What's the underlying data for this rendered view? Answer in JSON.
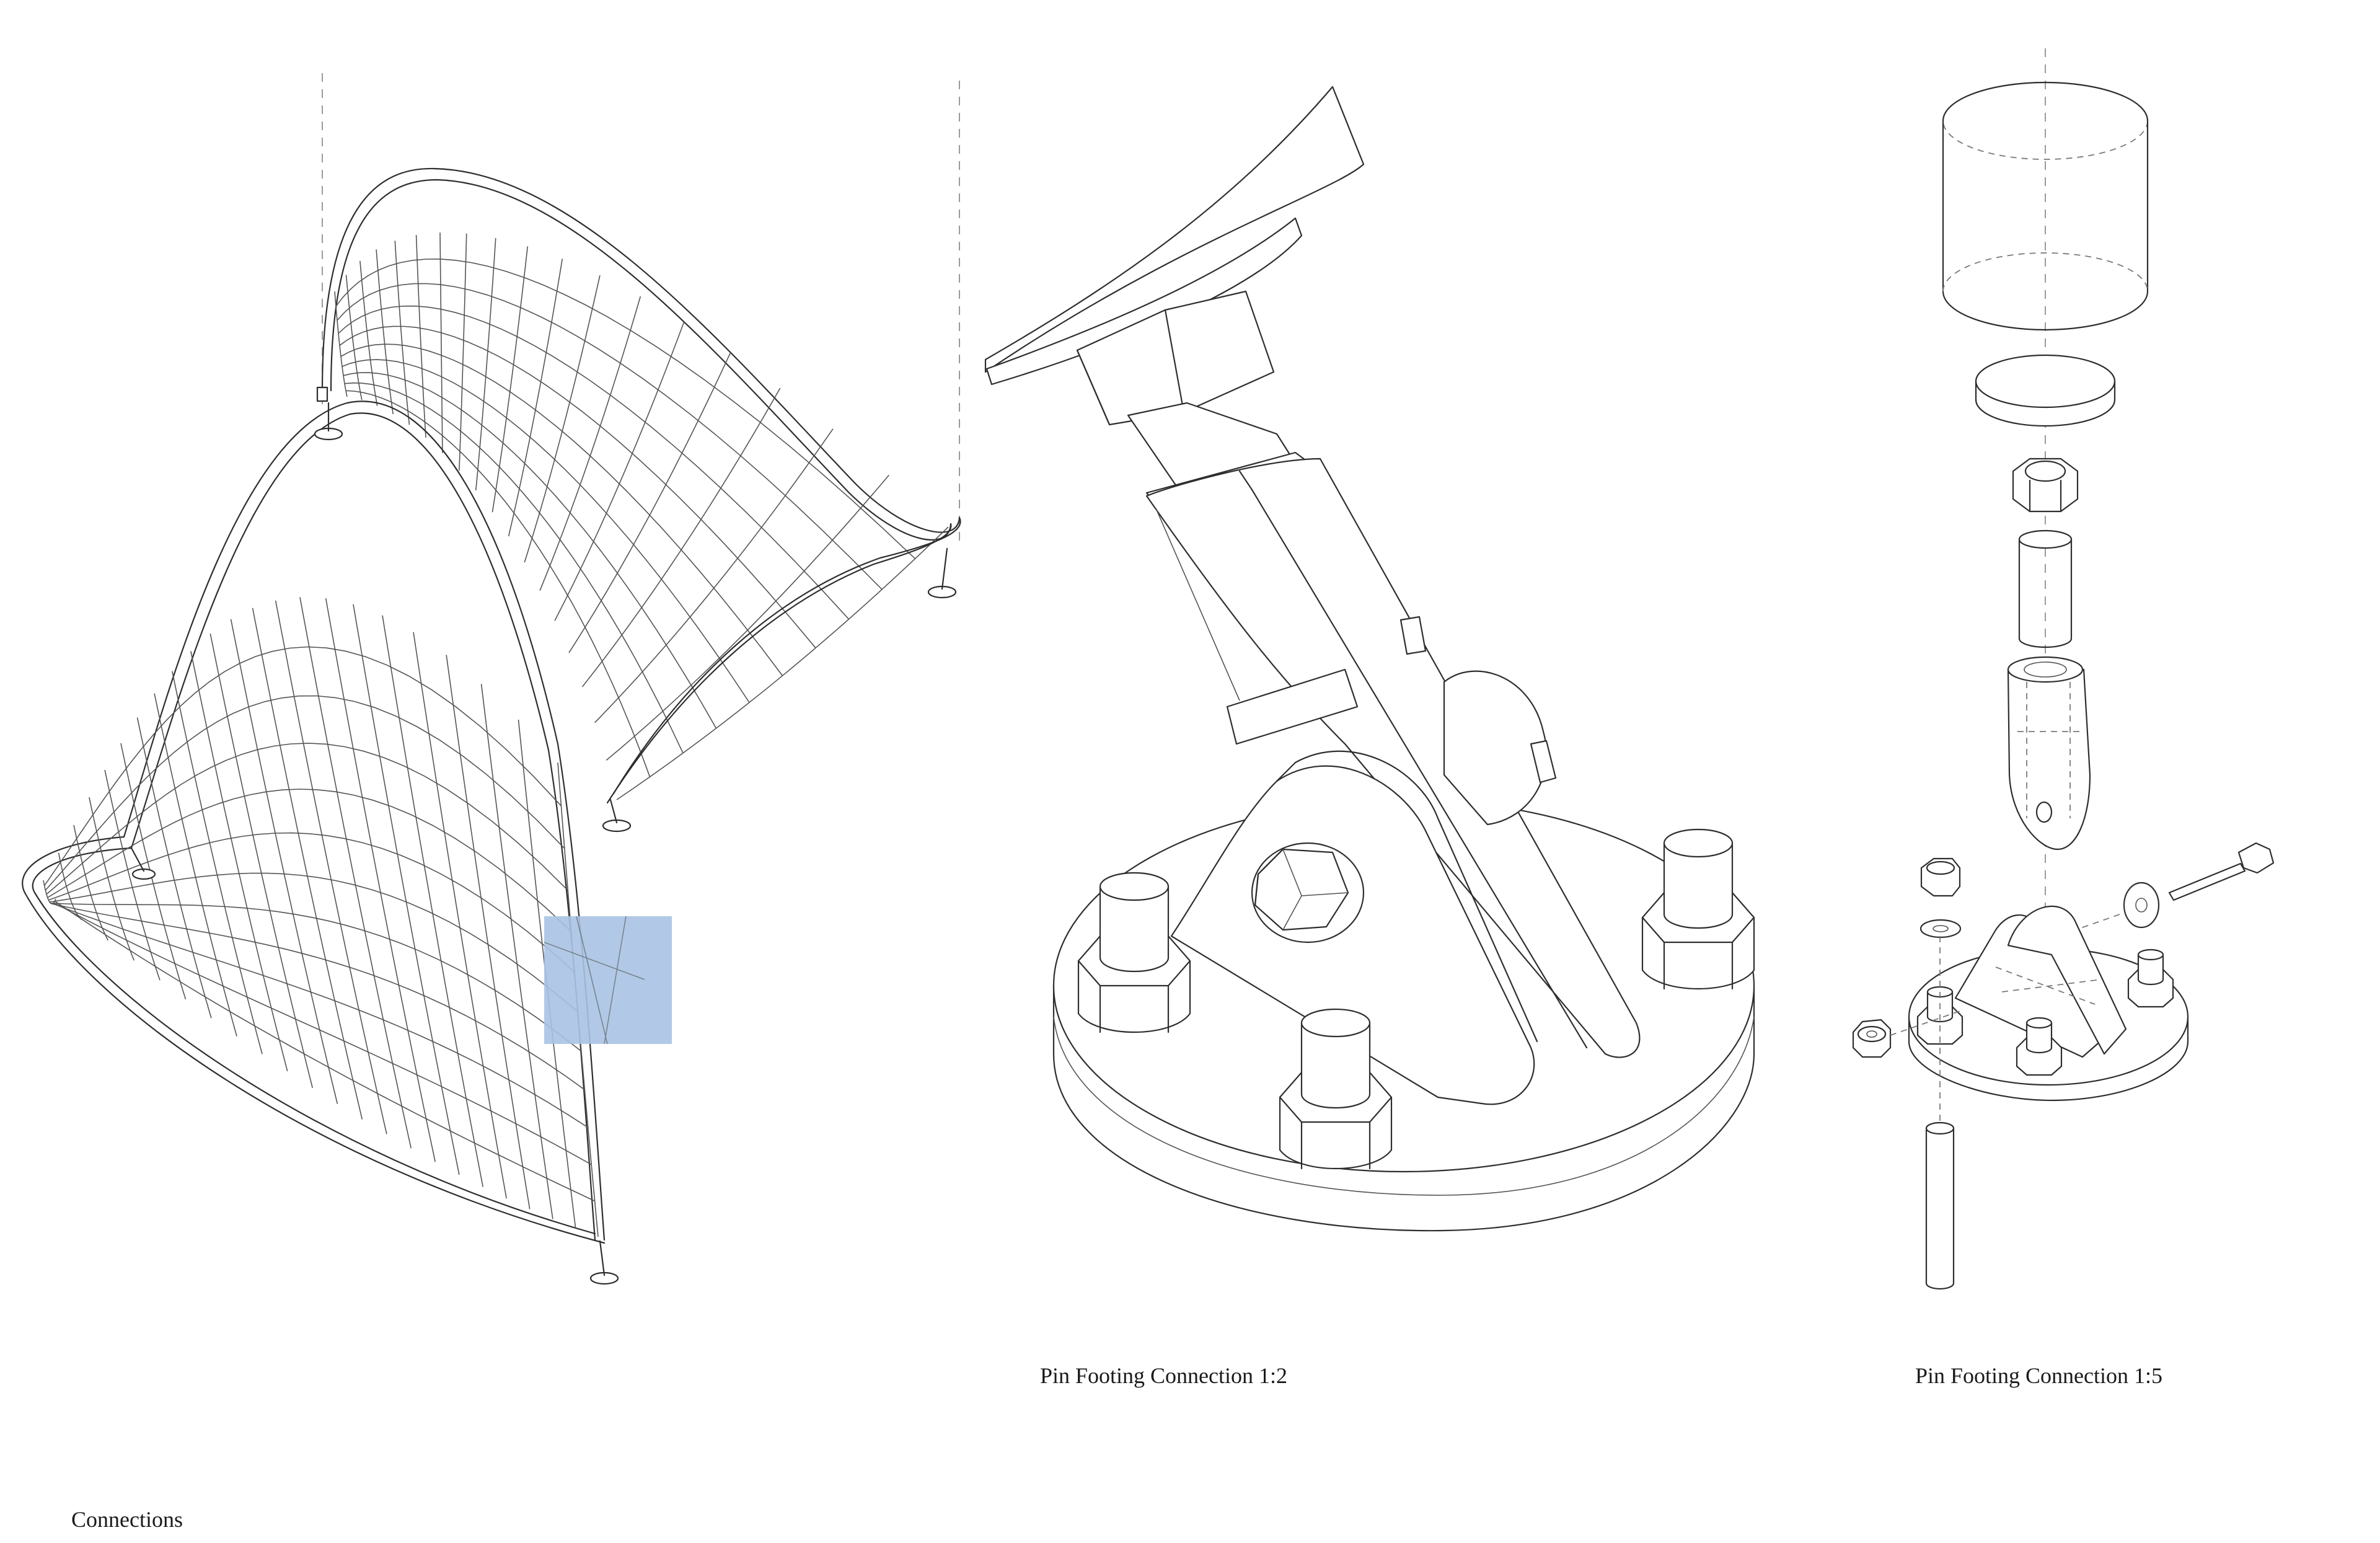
{
  "captions": {
    "detail_scale_2": "Pin Footing Connection 1:2",
    "detail_scale_5": "Pin Footing Connection 1:5",
    "sheet_title": "Connections"
  },
  "highlight": {
    "color": "#a9c3e3"
  }
}
